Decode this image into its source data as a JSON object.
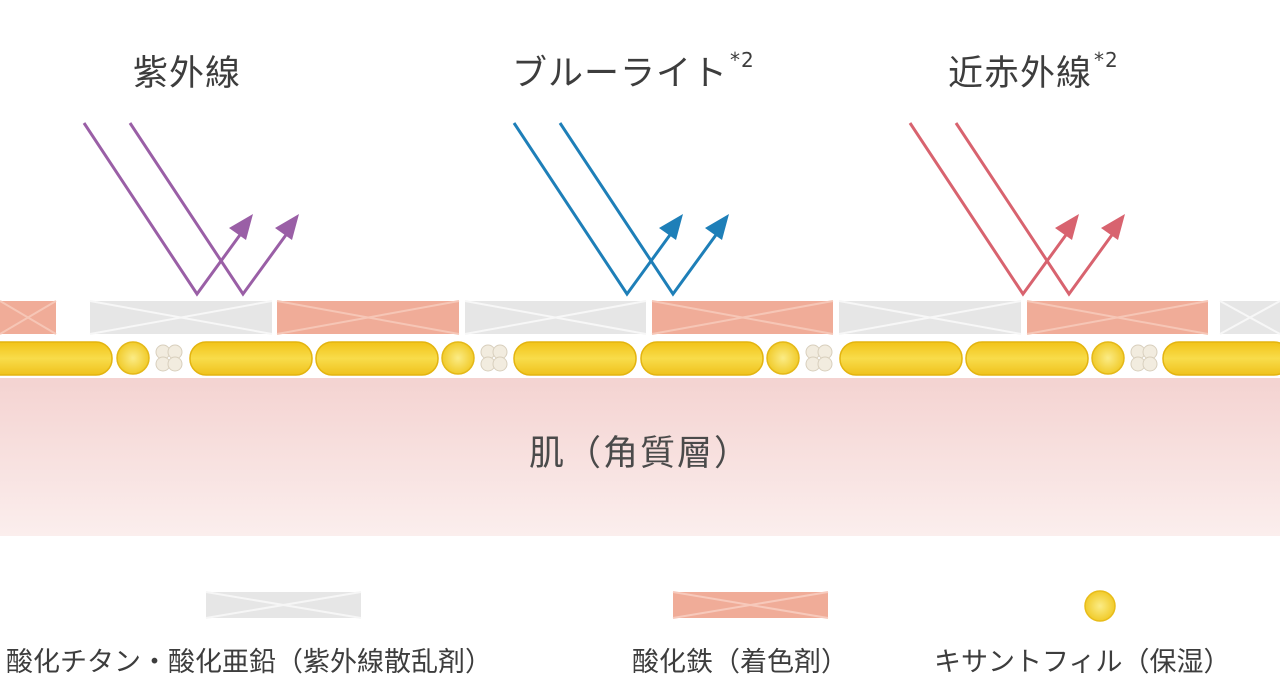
{
  "colors": {
    "uv": "#9a5fa6",
    "blue_light": "#1e7fb8",
    "near_ir": "#d8636f",
    "titanium_zinc": "#e6e6e6",
    "iron_oxide": "#f0ac98",
    "xanthophyll": "#f5cf2e",
    "skin": "#f6d8d6",
    "text": "#3d3d3d"
  },
  "rays": [
    {
      "label": "紫外線",
      "sup": "",
      "color": "#9a5fa6"
    },
    {
      "label": "ブルーライト",
      "sup": "*2",
      "color": "#1e7fb8"
    },
    {
      "label": "近赤外線",
      "sup": "*2",
      "color": "#d8636f"
    }
  ],
  "skin_label": "肌（角質層）",
  "legend": [
    {
      "label": "酸化チタン・酸化亜鉛（紫外線散乱剤）",
      "swatch": "titanium_zinc"
    },
    {
      "label": "酸化鉄（着色剤）",
      "swatch": "iron_oxide"
    },
    {
      "label": "キサントフィル（保湿）",
      "swatch": "xanthophyll"
    }
  ]
}
